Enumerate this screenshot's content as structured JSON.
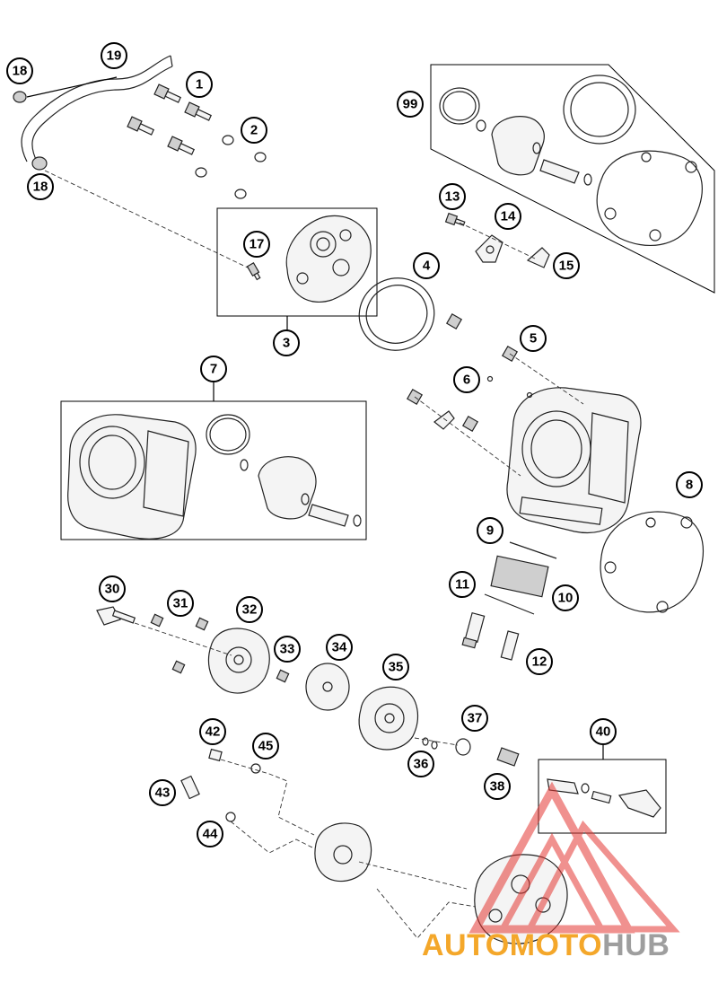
{
  "callouts": {
    "c1": "1",
    "c2": "2",
    "c3": "3",
    "c4": "4",
    "c5": "5",
    "c6": "6",
    "c7": "7",
    "c8": "8",
    "c9": "9",
    "c10": "10",
    "c11": "11",
    "c12": "12",
    "c13": "13",
    "c14": "14",
    "c15": "15",
    "c17": "17",
    "c18a": "18",
    "c18b": "18",
    "c19": "19",
    "c30": "30",
    "c31": "31",
    "c32": "32",
    "c33": "33",
    "c34": "34",
    "c35": "35",
    "c36": "36",
    "c37": "37",
    "c38": "38",
    "c40": "40",
    "c42": "42",
    "c43": "43",
    "c44": "44",
    "c45": "45",
    "c99": "99"
  },
  "watermark": {
    "part1": "AUTO",
    "part2": "MOTO",
    "part3": "HUB",
    "color_orange": "#f4a72a",
    "color_red": "#e53935",
    "color_gray": "#9e9e9e"
  }
}
